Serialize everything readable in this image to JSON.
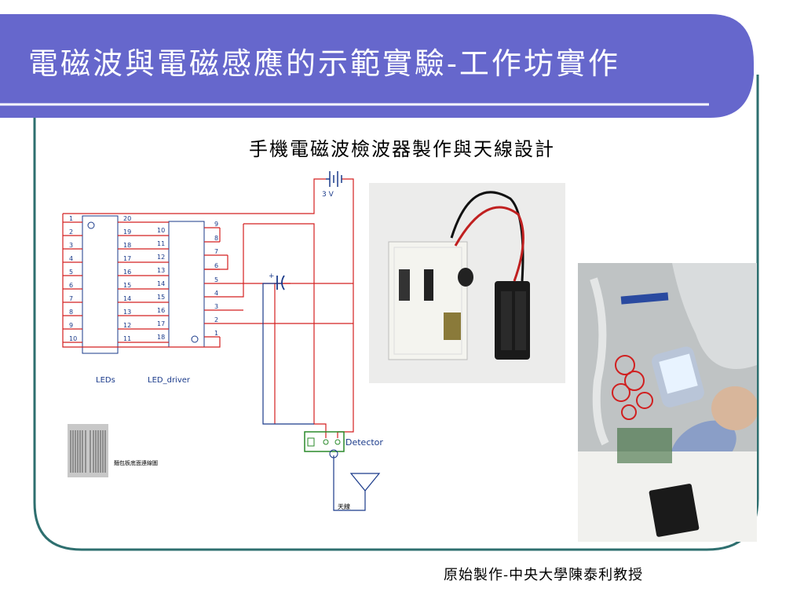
{
  "slide": {
    "title": "電磁波與電磁感應的示範實驗-工作坊實作",
    "subtitle": "手機電磁波檢波器製作與天線設計",
    "footer": "原始製作-中央大學陳泰利教授"
  },
  "circuit": {
    "battery_label": "3 V",
    "leds_label": "LEDs",
    "driver_label": "LED_driver",
    "detector_label": "Detector",
    "antenna_label": "天線",
    "capacitor_polarity": "+",
    "leds_left_pins": [
      "1",
      "2",
      "3",
      "4",
      "5",
      "6",
      "7",
      "8",
      "9",
      "10"
    ],
    "leds_right_pins": [
      "20",
      "19",
      "18",
      "17",
      "16",
      "15",
      "14",
      "13",
      "12",
      "11"
    ],
    "driver_left_pins": [
      "10",
      "11",
      "12",
      "13",
      "14",
      "15",
      "16",
      "17",
      "18"
    ],
    "driver_right_pins": [
      "9",
      "8",
      "7",
      "6",
      "5",
      "4",
      "3",
      "2",
      "1"
    ]
  },
  "small_breadboard_caption": "麵包板底面連線圖",
  "colors": {
    "title_bar": "#6667cc",
    "frame_teal": "#2e6f6f",
    "wire_red": "#d42020",
    "line_blue": "#1a3a8a",
    "detector_green": "#2a8a2a"
  },
  "icons": {
    "battery": "battery-symbol-icon",
    "capacitor": "capacitor-symbol-icon",
    "antenna": "antenna-symbol-icon"
  }
}
